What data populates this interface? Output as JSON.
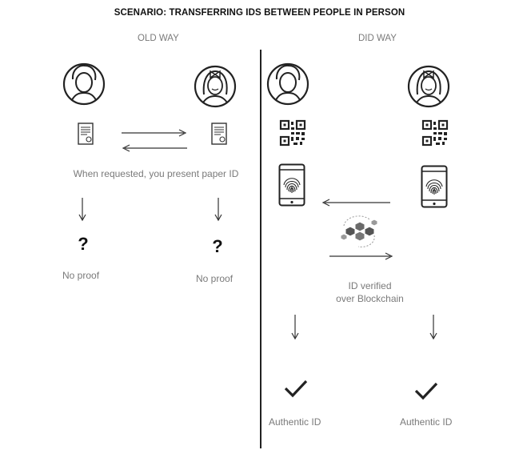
{
  "title": "SCENARIO: TRANSFERRING IDS BETWEEN PEOPLE IN PERSON",
  "old_way": {
    "heading": "OLD WAY",
    "caption": "When requested, you present paper ID",
    "left_result": "No proof",
    "right_result": "No proof",
    "unknown_mark": "?"
  },
  "did_way": {
    "heading": "DID WAY",
    "verify_caption_line1": "ID verified",
    "verify_caption_line2": "over Blockchain",
    "left_result": "Authentic ID",
    "right_result": "Authentic ID"
  },
  "icons": {
    "person_male": "man-avatar-icon",
    "person_female": "woman-avatar-icon",
    "document": "paper-id-document-icon",
    "qr": "qr-code-icon",
    "phone": "fingerprint-phone-icon",
    "blockchain": "blockchain-hexagon-icon",
    "check": "checkmark-icon"
  },
  "colors": {
    "line": "#222222",
    "caption": "#7a7a7a",
    "hex_dark": "#555555",
    "hex_light": "#9a9a9a"
  }
}
